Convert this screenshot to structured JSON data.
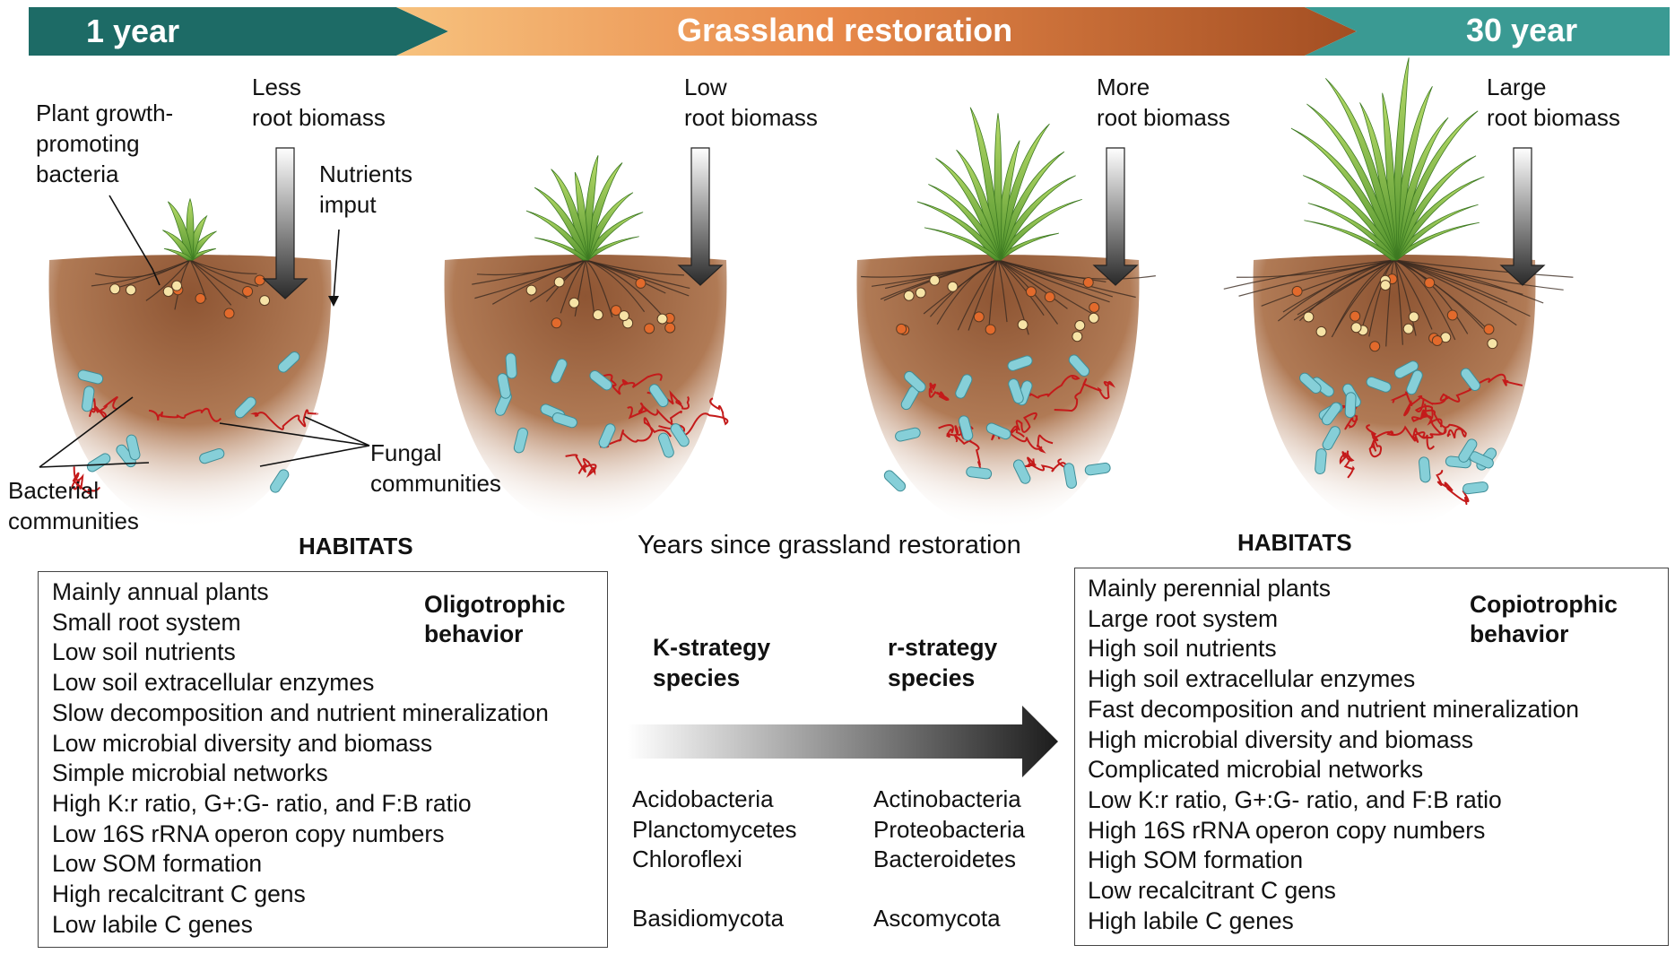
{
  "banner": {
    "left": "1 year",
    "center": "Grassland restoration",
    "right": "30 year"
  },
  "stages": [
    {
      "root_label": [
        "Less",
        "root biomass"
      ]
    },
    {
      "root_label": [
        "Low",
        "root biomass"
      ]
    },
    {
      "root_label": [
        "More",
        "root biomass"
      ]
    },
    {
      "root_label": [
        "Large",
        "root biomass"
      ]
    }
  ],
  "annotations": {
    "pgpb": [
      "Plant growth-",
      "promoting",
      "bacteria"
    ],
    "nutrients": [
      "Nutrients",
      "imput"
    ],
    "fungal": [
      "Fungal",
      "communities"
    ],
    "bacterial": [
      "Bacterial",
      "communities"
    ]
  },
  "middle": {
    "axis_title": "Years since grassland restoration",
    "k_strategy": [
      "K-strategy",
      "species"
    ],
    "r_strategy": [
      "r-strategy",
      "species"
    ],
    "k_taxa": [
      "Acidobacteria",
      "Planctomycetes",
      "Chloroflexi"
    ],
    "k_fungi": "Basidiomycota",
    "r_taxa": [
      "Actinobacteria",
      "Proteobacteria",
      "Bacteroidetes"
    ],
    "r_fungi": "Ascomycota"
  },
  "left_panel": {
    "heading": "HABITATS",
    "behavior": [
      "Oligotrophic",
      "behavior"
    ],
    "items": [
      "Mainly annual plants",
      "Small root system",
      "Low soil nutrients",
      "Low soil extracellular enzymes",
      "Slow decomposition and nutrient mineralization",
      "Low microbial diversity and biomass",
      "Simple microbial networks",
      "High K:r ratio, G+:G- ratio, and F:B ratio",
      "Low 16S rRNA operon copy numbers",
      "Low SOM formation",
      "High recalcitrant C gens",
      "Low labile C genes"
    ]
  },
  "right_panel": {
    "heading": "HABITATS",
    "behavior": [
      "Copiotrophic",
      "behavior"
    ],
    "items": [
      "Mainly perennial plants",
      "Large root system",
      "High soil nutrients",
      "High soil extracellular enzymes",
      "Fast decomposition and nutrient mineralization",
      "High microbial diversity and biomass",
      "Complicated microbial networks",
      "Low K:r ratio, G+:G- ratio, and F:B ratio",
      "High 16S rRNA operon copy numbers",
      "High SOM formation",
      "Low recalcitrant C gens",
      "High labile C genes"
    ]
  },
  "colors": {
    "banner_dark_teal": "#1d6b66",
    "banner_light_teal": "#3a9a93",
    "banner_orange": "#e8894a",
    "banner_brown": "#a34e22",
    "soil_brown": "#9a5f3c",
    "bacteria_blue": "#86cfd8",
    "fungal_red": "#c41a1a",
    "pgpb_cream": "#f6e3a6",
    "pgpb_orange": "#e26a2c",
    "leaf_green": "#7cb83a"
  }
}
